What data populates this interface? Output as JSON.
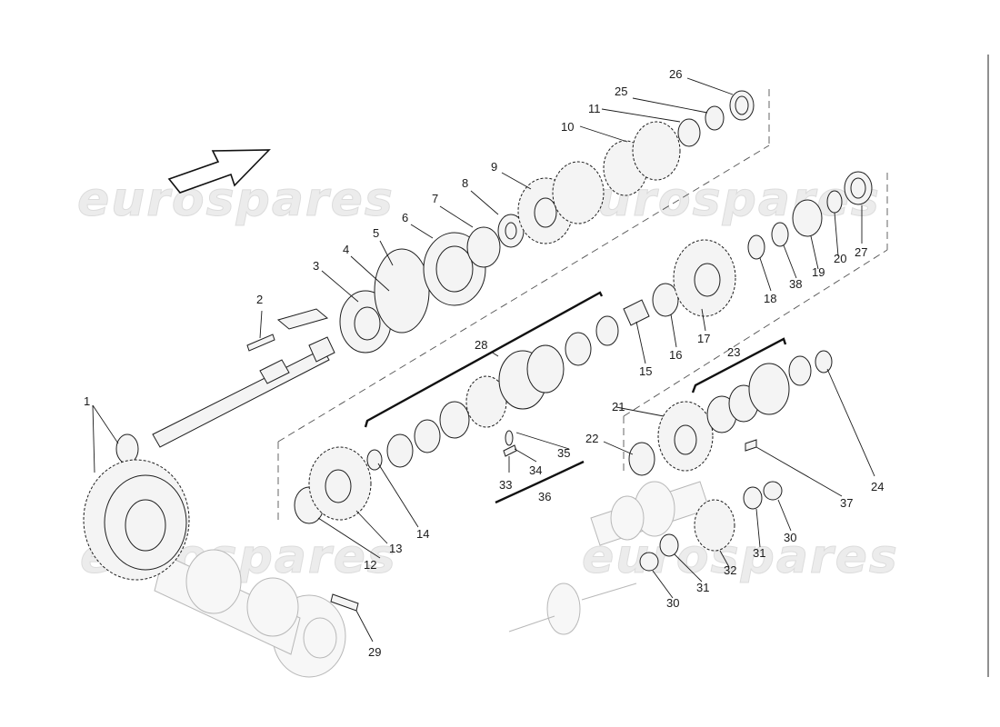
{
  "diagram": {
    "watermark": {
      "text": "eurospares",
      "instances": 4
    },
    "callouts": [
      "1",
      "2",
      "3",
      "4",
      "5",
      "6",
      "7",
      "8",
      "9",
      "10",
      "11",
      "12",
      "13",
      "14",
      "15",
      "16",
      "17",
      "18",
      "19",
      "20",
      "21",
      "22",
      "23",
      "24",
      "25",
      "26",
      "27",
      "28",
      "29",
      "30",
      "30",
      "31",
      "31",
      "32",
      "33",
      "34",
      "35",
      "36",
      "37",
      "38"
    ],
    "colors": {
      "line": "#1e1e1e",
      "faded": "#b8b8b8",
      "watermark": "#e6e6e6",
      "background": "#ffffff"
    }
  }
}
